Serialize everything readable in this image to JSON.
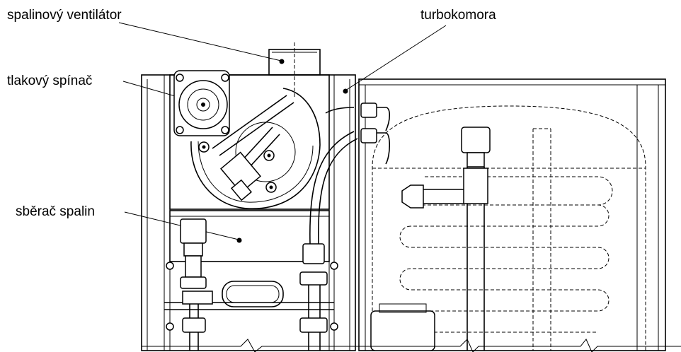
{
  "labels": {
    "fan": "spalinový ventilátor",
    "chamber": "turbokomora",
    "pressure_switch": "tlakový spínač",
    "collector": "sběrač spalin"
  },
  "colors": {
    "line": "#000000",
    "background": "#ffffff",
    "fill": "#d8d8d8"
  }
}
